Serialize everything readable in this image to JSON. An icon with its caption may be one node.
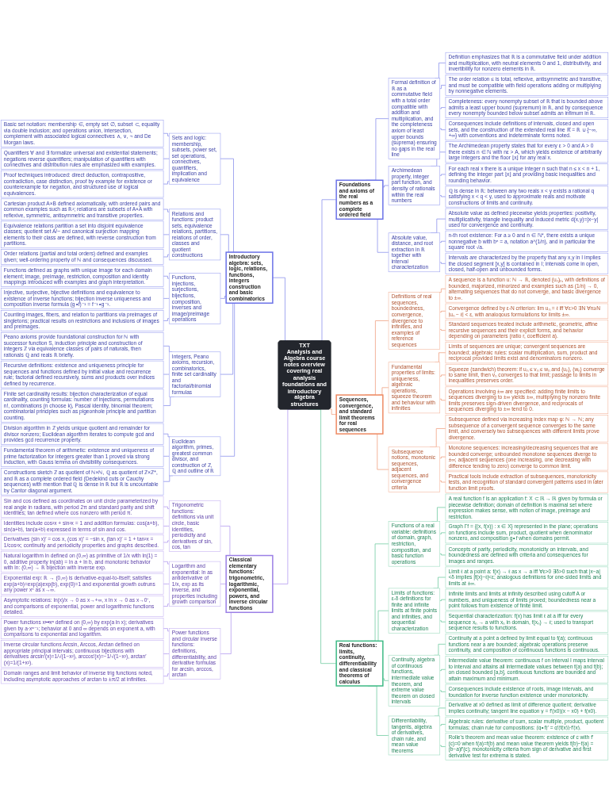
{
  "diagram": {
    "nodes": [
      {
        "text": [
          "TXT",
          "Analysis and Algebra course notes overview covering real analysis foundations and introductory algebra structures"
        ]
      },
      {
        "text": [
          "Introductory algebra: sets, logic, relations, functions, integers construction and basic combinatorics"
        ]
      },
      {
        "text": [
          "Sets and logic: membership, subsets, power set, set operations, connectives, quantifiers, implication and equivalence"
        ]
      },
      {
        "text": [
          "Basic set notation: membership ∈, empty set ∅, subset ⊂, equality via double inclusion; and operations union, intersection, complement with associated logical connectives ∧, ∨, ¬ and De Morgan laws."
        ]
      },
      {
        "text": [
          "Quantifiers ∀ and ∃ formalize universal and existential statements; negations reverse quantifiers; manipulation of quantifiers with connectives and distribution rules are emphasized with examples."
        ]
      },
      {
        "text": [
          "Proof techniques introduced: direct deduction, contrapositive, contradiction, case distinction, proof by example for existence or counterexample for negation, and structured use of logical equivalences."
        ]
      },
      {
        "text": [
          "Relations and functions: product sets, equivalence relations, partitions, relations of order, classes and quotient constructions"
        ]
      },
      {
        "text": [
          "Cartesian product A×B defined axiomatically, with ordered pairs and common examples such as ℝ²; relations are subsets of A×A with reflexive, symmetric, antisymmetric and transitive properties."
        ]
      },
      {
        "text": [
          "Equivalence relations partition a set into disjoint equivalence classes; quotient set A/~ and canonical surjection mapping elements to their class are defined, with reverse construction from partitions."
        ]
      },
      {
        "text": [
          "Order relations (partial and total orders) defined and examples given; well-ordering property of ℕ and consequences discussed."
        ]
      },
      {
        "text": [
          "Functions, injections, surjections, bijections, composition, inverses and image/preimage operations"
        ]
      },
      {
        "text": [
          "Functions defined as graphs with unique image for each domain element; image, preimage, restriction, composition and identity mappings introduced with examples and graph interpretation."
        ]
      },
      {
        "text": [
          "Injective, surjective, bijective definitions and equivalence to existence of inverse functions; bijection inverse uniqueness and composition inverse formula (g∘f)⁻¹ = f⁻¹∘g⁻¹."
        ]
      },
      {
        "text": [
          "Counting images, fibers, and relation to partitions via preimages of singletons; practical results on restrictions and inclusions of images and preimages."
        ]
      },
      {
        "text": [
          "Integers, Peano axioms, recursion, combinatorics, finite set cardinality and factorial/binomial formulas"
        ]
      },
      {
        "text": [
          "Peano axioms provide foundational construction for ℕ with successor function S, induction principle and construction of integers ℤ via equivalence classes of pairs of naturals, then rationals ℚ and reals ℝ briefly."
        ]
      },
      {
        "text": [
          "Recursive definitions: existence and uniqueness principle for sequences and functions defined by initial value and recurrence rule; factorial defined recursively, sums and products over indices defined by recurrence."
        ]
      },
      {
        "text": [
          "Finite set cardinality results: bijection characterization of equal cardinality, counting formulas: number of injections, permutations n!, combinations (n choose k), Pascal identity, binomial theorem; combinatorial principles such as pigeonhole principle and partition counting."
        ]
      },
      {
        "text": [
          "Euclidean algorithm, primes, greatest common divisor, and construction of ℤ, ℚ and outline of ℝ"
        ]
      },
      {
        "text": [
          "Division algorithm in ℤ yields unique quotient and remainder for divisor nonzero; Euclidean algorithm iterates to compute gcd and provides gcd recurrence property."
        ]
      },
      {
        "text": [
          "Fundamental theorem of arithmetic: existence and uniqueness of prime factorization for integers greater than 1 proved via strong induction, with Gauss lemma on divisibility consequences."
        ]
      },
      {
        "text": [
          "Constructions sketch ℤ as quotient of ℕ×ℕ, ℚ as quotient of ℤ×ℤ*, and ℝ as a complete ordered field (Dedekind cuts or Cauchy sequences) with mention that ℚ is dense in ℝ but ℝ is uncountable by Cantor diagonal argument."
        ]
      },
      {
        "text": [
          "Classical elementary functions: trigonometric, logarithmic, exponential, powers, and inverse circular functions"
        ]
      },
      {
        "text": [
          "Trigonometric functions: definitions via unit circle, basic identities, periodicity and derivatives of sin, cos, tan"
        ]
      },
      {
        "text": [
          "Sin and cos defined as coordinates on unit circle parameterized by real angle in radians, with period 2π and standard parity and shift identities; tan defined where cos nonzero with period π."
        ]
      },
      {
        "text": [
          "Identities include cos²x + sin²x = 1 and addition formulas: cos(a+b), sin(a+b), tan(a+b) expressed in terms of sin and cos."
        ]
      },
      {
        "text": [
          "Derivatives (sin x)′ = cos x, (cos x)′ = −sin x, (tan x)′ = 1 + tan²x = 1/cos²x; continuity and periodicity properties and graphs described."
        ]
      },
      {
        "text": [
          "Logarithm and exponential: ln as antiderivative of 1/x, exp as its inverse, and properties including growth comparison"
        ]
      },
      {
        "text": [
          "Natural logarithm ln defined on (0,∞) as primitive of 1/x with ln(1) = 0, additive property ln(ab) = ln a + ln b, and monotonic behavior with ln: (0,∞) → ℝ bijection with inverse exp."
        ]
      },
      {
        "text": [
          "Exponential exp: ℝ → (0,∞) is derivative-equal-to-itself; satisfies exp(a+b)=exp(a)exp(b), exp(0)=1 and exponential growth outruns any power xⁿ as x→∞."
        ]
      },
      {
        "text": [
          "Asymptotic relations: ln(x)/x → 0 as x→+∞, x ln x → 0 as x→0⁺, and comparisons of exponential, power and logarithmic functions detailed."
        ]
      },
      {
        "text": [
          "Power functions and circular inverse functions: definitions, differentiability, and derivative formulas for arcsin, arccos, arctan"
        ]
      },
      {
        "text": [
          "Power functions x↦xᵃ defined on (0,∞) by exp(a ln x); derivatives given by a·xᵃ⁻¹; behavior at 0 and ∞ depends on exponent a, with comparisons to exponential and logarithm."
        ]
      },
      {
        "text": [
          "Inverse circular functions Arcsin, Arccos, Arctan defined on appropriate principal intervals; continuous bijections with derivatives arcsin′(x)=1/√(1−x²), arccos′(x)=−1/√(1−x²), arctan′(x)=1/(1+x²)."
        ]
      },
      {
        "text": [
          "Domain ranges and limit behavior of inverse trig functions noted, including asymptotic approaches of arctan to ±π/2 at infinities."
        ]
      },
      {
        "text": [
          "Foundations and axioms of the real numbers as a complete ordered field"
        ]
      },
      {
        "text": [
          "Formal definition of ℝ as a commutative field with a total order compatible with addition and multiplication, and the completeness axiom of least upper bounds (suprema) ensuring no gaps in the real line"
        ]
      },
      {
        "text": [
          "Definition emphasizes that ℝ is a commutative field under addition and multiplication, with neutral elements 0 and 1, distributivity, and invertibility for nonzero elements in ℝ."
        ]
      },
      {
        "text": [
          "The order relation ≤ is total, reflexive, antisymmetric and transitive, and must be compatible with field operations adding or multiplying by nonnegative elements."
        ]
      },
      {
        "text": [
          "Completeness: every nonempty subset of ℝ that is bounded above admits a least upper bound (supremum) in ℝ, and by consequence every nonempty bounded below subset admits an infimum in ℝ."
        ]
      },
      {
        "text": [
          "Consequences include definitions of intervals, closed and open sets, and the construction of the extended real line ℝ̄ = ℝ ∪ {−∞, +∞} with conventions and indeterminate forms noted."
        ]
      },
      {
        "text": [
          "Archimedean property, integer part function, and density of rationals within the real numbers"
        ]
      },
      {
        "text": [
          "The Archimedean property states that for every ε > 0 and A > 0 there exists n ∈ ℕ with nε > A, which yields existence of arbitrarily large integers and the floor ⌊x⌋ for any real x."
        ]
      },
      {
        "text": [
          "For each real x there is a unique integer n such that n ≤ x < n + 1, defining the integer part ⌊x⌋ and providing basic inequalities and rounding behavior."
        ]
      },
      {
        "text": [
          "ℚ is dense in ℝ: between any two reals x < y exists a rational q satisfying x < q < y, used to approximate reals and motivate constructions of limits and continuity."
        ]
      },
      {
        "text": [
          "Absolute value, distance, and root extraction in ℝ together with interval characterization"
        ]
      },
      {
        "text": [
          "Absolute value as defined piecewise yields properties: positivity, multiplicativity, triangle inequality and induced metric d(x,y)=|x−y| used for convergence and continuity."
        ]
      },
      {
        "text": [
          "n-th root existence: For a ≥ 0 and n ∈ ℕ*, there exists a unique nonnegative b with bⁿ = a, notation a^(1/n), and in particular the square root √a."
        ]
      },
      {
        "text": [
          "Intervals are characterized by the property that any x,y in I implies the closed segment [x,y] is contained in I; intervals come in open, closed, half-open and unbounded forms."
        ]
      },
      {
        "text": [
          "Sequences, convergence, and standard limit theorems for real sequences"
        ]
      },
      {
        "text": [
          "Definitions of real sequences, boundedness, convergence, divergence to infinities, and examples of reference sequences"
        ]
      },
      {
        "text": [
          "A sequence is a function u: ℕ → ℝ, denoted (uₙ)ₙ, with definitions of bounded, majorized, minorized and examples such as (1/n) → 0, alternating sequences that do not converge, and basic divergence to ±∞."
        ]
      },
      {
        "text": [
          "Convergence defined by ε-N criterion: lim uₙ = ℓ iff ∀ε>0 ∃N ∀n≥N |uₙ − ℓ| < ε, with analogous formulations for limits ±∞."
        ]
      },
      {
        "text": [
          "Standard sequences treated include arithmetic, geometric, affine recursive sequences and their explicit forms, and behavior depending on parameters (ratio r, coefficient a)."
        ]
      },
      {
        "text": [
          "Fundamental properties of limits: uniqueness, algebraic operations, squeeze theorem and behaviour with infinities"
        ]
      },
      {
        "text": [
          "Limits of sequences are unique; convergent sequences are bounded; algebraic rules: scalar multiplication, sum, product and reciprocal provided limits exist and denominators nonzero."
        ]
      },
      {
        "text": [
          "Squeeze (sandwich) theorem: if uₙ ≤ vₙ ≤ wₙ and (uₙ), (wₙ) converge to same limit, then vₙ converges to that limit; passage to limits in inequalities preserves order."
        ]
      },
      {
        "text": [
          "Operations involving ±∞ are specified: adding finite limits to sequences diverging to ±∞ yields ±∞, multiplying by nonzero finite limits preserves sign-driven divergence, and reciprocals of sequences diverging to ±∞ tend to 0."
        ]
      },
      {
        "text": [
          "Subsequence notions, monotonic sequences, adjacent sequences, and convergence criteria"
        ]
      },
      {
        "text": [
          "Subsequence defined via increasing index map φ: ℕ → ℕ; any subsequence of a convergent sequence converges to the same limit, and conversely two subsequences with different limits prove divergence."
        ]
      },
      {
        "text": [
          "Monotone sequences: increasing/decreasing sequences that are bounded converge; unbounded monotone sequences diverge to ±∞; adjacent sequences (one increasing, one decreasing with difference tending to zero) converge to common limit."
        ]
      },
      {
        "text": [
          "Practical tools include extraction of subsequences, monotonicity tests, and recognition of standard convergent patterns used in later function limit proofs."
        ]
      },
      {
        "text": [
          "Real functions: limits, continuity, differentiability and classical theorems of calculus"
        ]
      },
      {
        "text": [
          "Functions of a real variable: definitions of domain, graph, restriction, composition, and basic function operations"
        ]
      },
      {
        "text": [
          "A real function f is an application f: X ⊂ ℝ → ℝ given by formula or piecewise definition; domain of definition is maximal set where expression makes sense, with notion of image, preimage and restriction."
        ]
      },
      {
        "text": [
          "Graph Γf = {(x, f(x)) : x ∈ X} represented in the plane; operations on functions include sum, product, quotient when denominator nonzero, and composition g∘f when domains permit."
        ]
      },
      {
        "text": [
          "Concepts of parity, periodicity, monotonicity on intervals, and boundedness are defined with criteria and consequences for images and ranges."
        ]
      },
      {
        "text": [
          "Limits of functions: ε-δ definitions for finite and infinite limits at finite points and infinities, and sequential characterization"
        ]
      },
      {
        "text": [
          "Limit ℓ at a point a: f(x) → ℓ as x → a iff ∀ε>0 ∃δ>0 such that |x−a|<δ implies |f(x)−ℓ|<ε; analogous definitions for one-sided limits and limits at ±∞."
        ]
      },
      {
        "text": [
          "Infinite limits and limits at infinity described using cutoff A or numbers, and uniqueness of limits proved; boundedness near a point follows from existence of finite limit."
        ]
      },
      {
        "text": [
          "Sequential characterization: f(x) has limit ℓ at a iff for every sequence xₙ → a with xₙ in domain, f(xₙ) → ℓ; used to transport sequence results to functions."
        ]
      },
      {
        "text": [
          "Continuity, algebra of continuous functions, intermediate value theorem, and extreme value theorem on closed intervals"
        ]
      },
      {
        "text": [
          "Continuity at a point a defined by limit equal to f(a); continuous functions near a are bounded; algebraic operations preserve continuity, and composition of continuous functions is continuous."
        ]
      },
      {
        "text": [
          "Intermediate value theorem: continuous f on interval I maps interval to interval and attains all intermediate values between f(a) and f(b); on closed bounded [a,b], continuous functions are bounded and attain maximum and minimum."
        ]
      },
      {
        "text": [
          "Consequences include existence of roots, image intervals, and foundation for inverse function existence under monotonicity."
        ]
      },
      {
        "text": [
          "Differentiability, tangents, algebra of derivatives, chain rule, and mean value theorems"
        ]
      },
      {
        "text": [
          "Derivative at x0 defined as limit of difference quotient; derivative implies continuity; tangent line equation y = f′(x0)(x − x0) + f(x0)."
        ]
      },
      {
        "text": [
          "Algebraic rules: derivative of sum, scalar multiple, product, quotient formulas; chain rule for compositions: (g∘f)′ = g′(f(x))·f′(x)."
        ]
      },
      {
        "text": [
          "Rolle's theorem and mean value theorem: existence of c with f′(c)=0 when f(a)=f(b) and mean value theorem yields f(b)−f(a) = (b−a)f′(c); monotonicity criteria from sign of derivative and first derivative test for extrema is stated."
        ]
      }
    ],
    "edges": [
      {
        "from": 1,
        "to": 0,
        "arrow": "none"
      },
      {
        "from": 2,
        "to": 1,
        "arrow": "none"
      },
      {
        "from": 3,
        "to": 2,
        "arrow": "none"
      },
      {
        "from": 4,
        "to": 2,
        "arrow": "none"
      },
      {
        "from": 5,
        "to": 2,
        "arrow": "none"
      },
      {
        "from": 6,
        "to": 1,
        "arrow": "none"
      },
      {
        "from": 7,
        "to": 6,
        "arrow": "none"
      },
      {
        "from": 8,
        "to": 6,
        "arrow": "none"
      },
      {
        "from": 9,
        "to": 6,
        "arrow": "none"
      },
      {
        "from": 10,
        "to": 1,
        "arrow": "none"
      },
      {
        "from": 11,
        "to": 10,
        "arrow": "none"
      },
      {
        "from": 12,
        "to": 10,
        "arrow": "none"
      },
      {
        "from": 13,
        "to": 10,
        "arrow": "none"
      },
      {
        "from": 14,
        "to": 1,
        "arrow": "none"
      },
      {
        "from": 15,
        "to": 14,
        "arrow": "none"
      },
      {
        "from": 16,
        "to": 14,
        "arrow": "none"
      },
      {
        "from": 17,
        "to": 14,
        "arrow": "none"
      },
      {
        "from": 18,
        "to": 1,
        "arrow": "none"
      },
      {
        "from": 19,
        "to": 18,
        "arrow": "none"
      },
      {
        "from": 20,
        "to": 18,
        "arrow": "none"
      },
      {
        "from": 21,
        "to": 18,
        "arrow": "none"
      },
      {
        "from": 22,
        "to": 0,
        "arrow": "none",
        "color": "#b39af0"
      },
      {
        "from": 23,
        "to": 22,
        "arrow": "none",
        "color": "#b39af0"
      },
      {
        "from": 24,
        "to": 23,
        "arrow": "none",
        "color": "#b39af0"
      },
      {
        "from": 25,
        "to": 23,
        "arrow": "none",
        "color": "#b39af0"
      },
      {
        "from": 26,
        "to": 23,
        "arrow": "none",
        "color": "#b39af0"
      },
      {
        "from": 27,
        "to": 22,
        "arrow": "none",
        "color": "#b39af0"
      },
      {
        "from": 28,
        "to": 27,
        "arrow": "none",
        "color": "#b39af0"
      },
      {
        "from": 29,
        "to": 27,
        "arrow": "none",
        "color": "#b39af0"
      },
      {
        "from": 30,
        "to": 27,
        "arrow": "none",
        "color": "#b39af0"
      },
      {
        "from": 31,
        "to": 22,
        "arrow": "none",
        "color": "#b39af0"
      },
      {
        "from": 32,
        "to": 31,
        "arrow": "none",
        "color": "#b39af0"
      },
      {
        "from": 33,
        "to": 31,
        "arrow": "none",
        "color": "#b39af0"
      },
      {
        "from": 34,
        "to": 31,
        "arrow": "none",
        "color": "#b39af0"
      },
      {
        "from": 0,
        "to": 35,
        "arrow": "none"
      },
      {
        "from": 35,
        "to": 36,
        "arrow": "none"
      },
      {
        "from": 36,
        "to": 37,
        "arrow": "none"
      },
      {
        "from": 36,
        "to": 38,
        "arrow": "none"
      },
      {
        "from": 36,
        "to": 39,
        "arrow": "none"
      },
      {
        "from": 36,
        "to": 40,
        "arrow": "none"
      },
      {
        "from": 35,
        "to": 41,
        "arrow": "none"
      },
      {
        "from": 41,
        "to": 42,
        "arrow": "none"
      },
      {
        "from": 41,
        "to": 43,
        "arrow": "none"
      },
      {
        "from": 41,
        "to": 44,
        "arrow": "none"
      },
      {
        "from": 35,
        "to": 45,
        "arrow": "none"
      },
      {
        "from": 45,
        "to": 46,
        "arrow": "none"
      },
      {
        "from": 45,
        "to": 47,
        "arrow": "none"
      },
      {
        "from": 45,
        "to": 48,
        "arrow": "none"
      },
      {
        "from": 0,
        "to": 49,
        "arrow": "none",
        "color": "#f0a07f"
      },
      {
        "from": 49,
        "to": 50,
        "arrow": "none",
        "color": "#f0a07f"
      },
      {
        "from": 50,
        "to": 51,
        "arrow": "none",
        "color": "#f0a07f"
      },
      {
        "from": 50,
        "to": 52,
        "arrow": "none",
        "color": "#f0a07f"
      },
      {
        "from": 50,
        "to": 53,
        "arrow": "none",
        "color": "#f0a07f"
      },
      {
        "from": 49,
        "to": 54,
        "arrow": "none",
        "color": "#f0a07f"
      },
      {
        "from": 54,
        "to": 55,
        "arrow": "none",
        "color": "#f0a07f"
      },
      {
        "from": 54,
        "to": 56,
        "arrow": "none",
        "color": "#f0a07f"
      },
      {
        "from": 54,
        "to": 57,
        "arrow": "none",
        "color": "#f0a07f"
      },
      {
        "from": 49,
        "to": 58,
        "arrow": "none",
        "color": "#f0a07f"
      },
      {
        "from": 58,
        "to": 59,
        "arrow": "none",
        "color": "#f0a07f"
      },
      {
        "from": 58,
        "to": 60,
        "arrow": "none",
        "color": "#f0a07f"
      },
      {
        "from": 58,
        "to": 61,
        "arrow": "none",
        "color": "#f0a07f"
      },
      {
        "from": 0,
        "to": 62,
        "arrow": "none",
        "color": "#6fcaa0"
      },
      {
        "from": 62,
        "to": 63,
        "arrow": "none",
        "color": "#6fcaa0"
      },
      {
        "from": 63,
        "to": 64,
        "arrow": "none",
        "color": "#6fcaa0"
      },
      {
        "from": 63,
        "to": 65,
        "arrow": "none",
        "color": "#6fcaa0"
      },
      {
        "from": 63,
        "to": 66,
        "arrow": "none",
        "color": "#6fcaa0"
      },
      {
        "from": 62,
        "to": 67,
        "arrow": "none",
        "color": "#6fcaa0"
      },
      {
        "from": 67,
        "to": 68,
        "arrow": "none",
        "color": "#6fcaa0"
      },
      {
        "from": 67,
        "to": 69,
        "arrow": "none",
        "color": "#6fcaa0"
      },
      {
        "from": 67,
        "to": 70,
        "arrow": "none",
        "color": "#6fcaa0"
      },
      {
        "from": 62,
        "to": 71,
        "arrow": "none",
        "color": "#6fcaa0"
      },
      {
        "from": 71,
        "to": 72,
        "arrow": "none",
        "color": "#6fcaa0"
      },
      {
        "from": 71,
        "to": 73,
        "arrow": "none",
        "color": "#6fcaa0"
      },
      {
        "from": 71,
        "to": 74,
        "arrow": "none",
        "color": "#6fcaa0"
      },
      {
        "from": 62,
        "to": 75,
        "arrow": "none",
        "color": "#6fcaa0"
      },
      {
        "from": 75,
        "to": 76,
        "arrow": "none",
        "color": "#6fcaa0"
      },
      {
        "from": 75,
        "to": 77,
        "arrow": "none",
        "color": "#6fcaa0"
      },
      {
        "from": 75,
        "to": 78,
        "arrow": "none",
        "color": "#6fcaa0"
      }
    ]
  }
}
